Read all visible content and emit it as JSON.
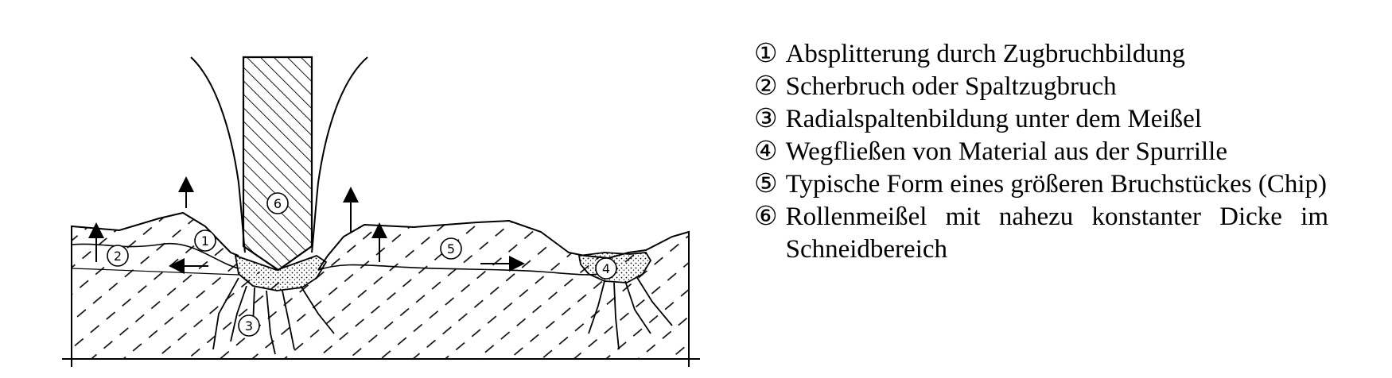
{
  "legend": {
    "items": [
      {
        "num": "①",
        "text": "Absplitterung durch Zugbruchbildung"
      },
      {
        "num": "②",
        "text": "Scherbruch oder Spaltzugbruch"
      },
      {
        "num": "③",
        "text": "Radialspaltenbildung unter dem Meißel"
      },
      {
        "num": "④",
        "text": "Wegfließen von Material aus der Spurrille"
      },
      {
        "num": "⑤",
        "text": "Typische Form eines größeren Bruchstückes (Chip)"
      },
      {
        "num": "⑥",
        "text": "Rollenmeißel mit nahezu konstanter Dicke im Schneidbereich"
      }
    ]
  },
  "figure": {
    "markers": [
      "1",
      "2",
      "3",
      "4",
      "5",
      "6"
    ]
  }
}
